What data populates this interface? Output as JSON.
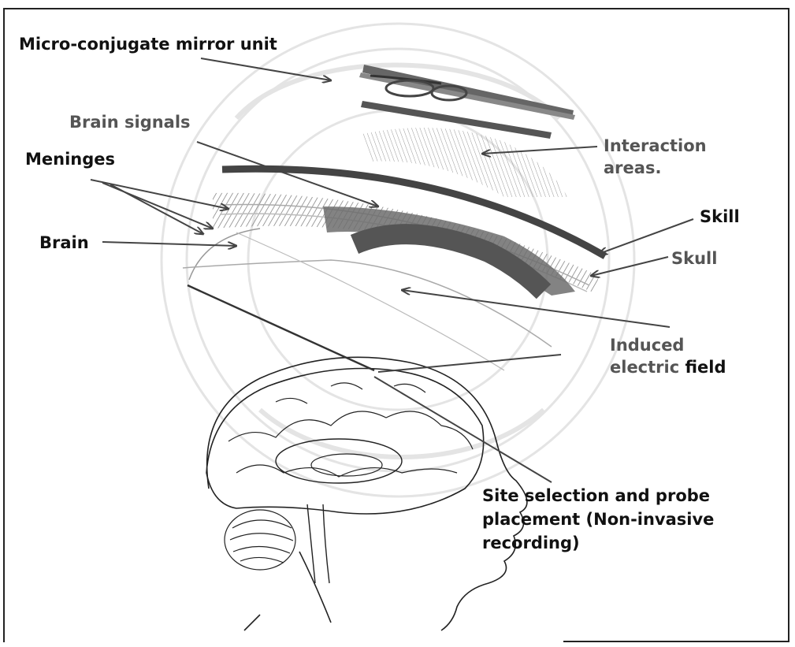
{
  "labels": {
    "mirror_unit": "Micro-conjugate mirror unit",
    "brain_signals": "Brain signals",
    "meninges": "Meninges",
    "brain": "Brain",
    "interaction_line1": "Interaction",
    "interaction_line2": "areas.",
    "skill": "Skill",
    "skull": "Skull",
    "induced_line1": "Induced",
    "induced_line2_a": "electric ",
    "induced_line2_b": "field",
    "site_line1": "Site selection and probe",
    "site_line2": "placement (Non-invasive",
    "site_line3": "recording)"
  },
  "colors": {
    "ink": "#111111",
    "grey_text": "#555555",
    "arrow": "#444444",
    "tissue_dark": "#555555",
    "tissue_light": "#9a9a9a",
    "watermark": "#e2e2e2"
  }
}
